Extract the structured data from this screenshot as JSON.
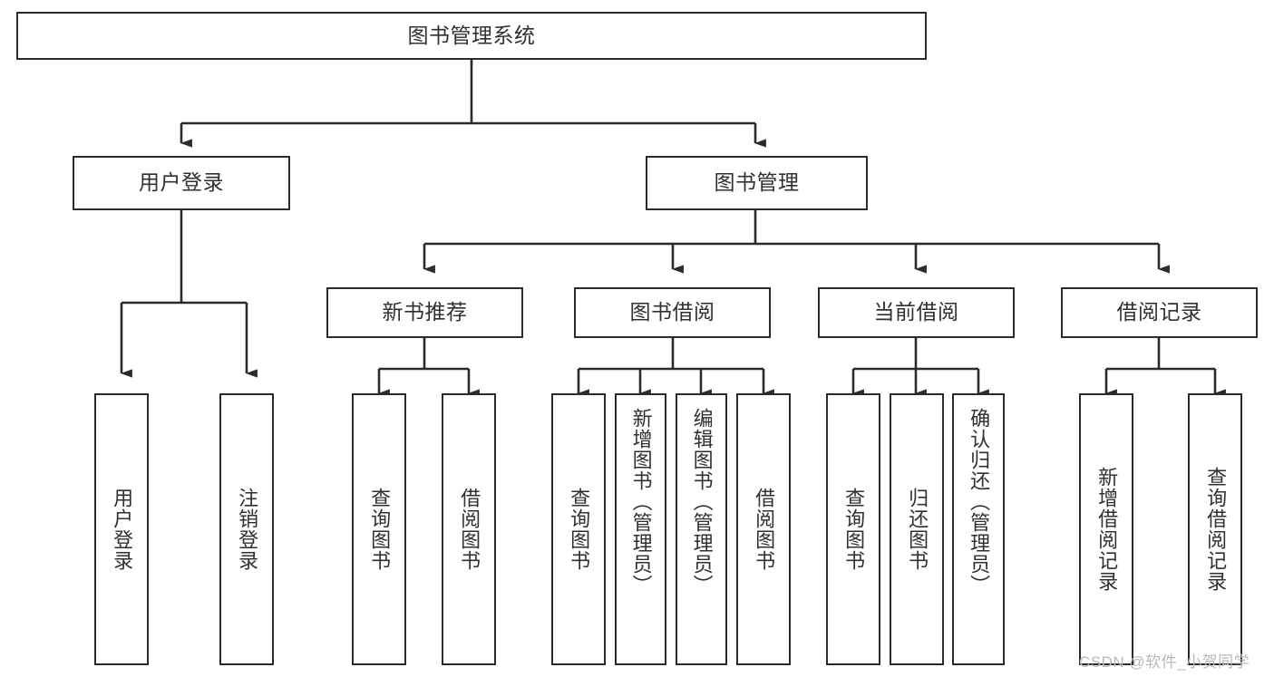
{
  "diagram": {
    "type": "tree-hierarchy-flowchart",
    "title": "图书管理系统",
    "orientation": "top-down",
    "colors": {
      "box_border": "#2b2b2b",
      "box_fill": "#ffffff",
      "connector": "#2b2b2b",
      "text": "#32302f",
      "watermark": "#b9b9b9",
      "background": "#ffffff"
    },
    "levels": {
      "root": {
        "label": "图书管理系统"
      },
      "level2": [
        {
          "id": "user-login",
          "label": "用户登录"
        },
        {
          "id": "book-management",
          "label": "图书管理"
        }
      ],
      "level3": [
        {
          "id": "new-book-recommend",
          "label": "新书推荐"
        },
        {
          "id": "book-borrow",
          "label": "图书借阅"
        },
        {
          "id": "current-borrow",
          "label": "当前借阅"
        },
        {
          "id": "borrow-record",
          "label": "借阅记录"
        }
      ],
      "leaves": {
        "user-login": [
          {
            "id": "leaf-user-login",
            "label": "用户登录"
          },
          {
            "id": "leaf-user-logout",
            "label": "注销登录"
          }
        ],
        "new-book-recommend": [
          {
            "id": "leaf-query-book-1",
            "label": "查询图书"
          },
          {
            "id": "leaf-borrow-book-1",
            "label": "借阅图书"
          }
        ],
        "book-borrow": [
          {
            "id": "leaf-query-book-2",
            "label": "查询图书"
          },
          {
            "id": "leaf-add-book",
            "label": "新增图书（管理员）"
          },
          {
            "id": "leaf-edit-book",
            "label": "编辑图书（管理员）"
          },
          {
            "id": "leaf-borrow-book-2",
            "label": "借阅图书"
          }
        ],
        "current-borrow": [
          {
            "id": "leaf-query-book-3",
            "label": "查询图书"
          },
          {
            "id": "leaf-return-book",
            "label": "归还图书"
          },
          {
            "id": "leaf-confirm-return",
            "label": "确认归还（管理员）"
          }
        ],
        "borrow-record": [
          {
            "id": "leaf-add-record",
            "label": "新增借阅记录"
          },
          {
            "id": "leaf-query-record",
            "label": "查询借阅记录"
          }
        ]
      }
    }
  },
  "watermark": {
    "text": "CSDN @软件_小贺同学"
  }
}
